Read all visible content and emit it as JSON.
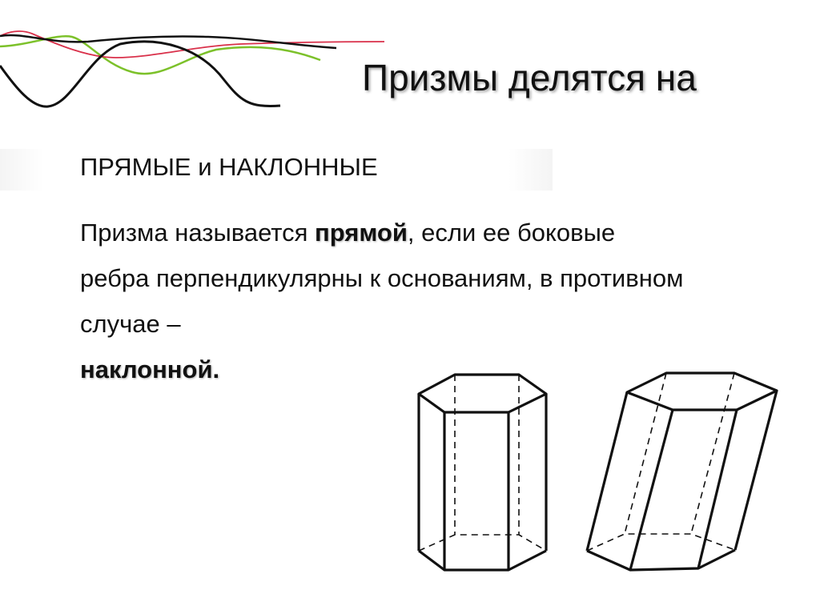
{
  "slide": {
    "title": "Призмы делятся на",
    "subtitle": "ПРЯМЫЕ и НАКЛОННЫЕ",
    "body": {
      "part1": "Призма называется ",
      "bold1": "прямой",
      "part2": ", если ее боковые ребра перпендикулярны к основаниям, в противном случае – ",
      "bold2": "наклонной."
    },
    "colors": {
      "wave_black": "#111111",
      "wave_red": "#d9304a",
      "wave_green": "#7cc12a"
    }
  }
}
